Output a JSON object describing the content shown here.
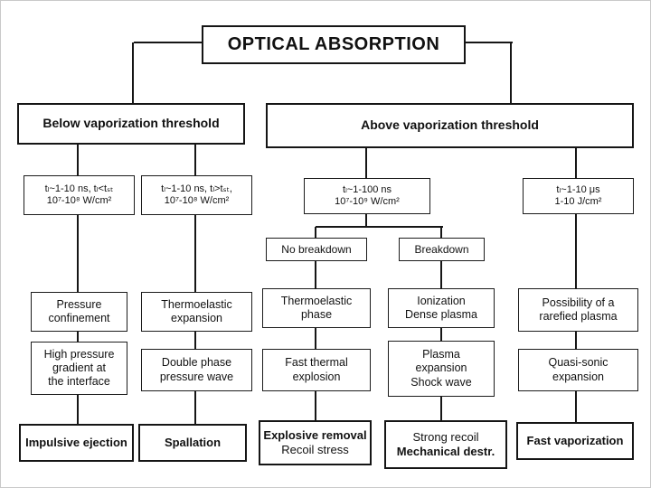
{
  "diagram": {
    "title": "OPTICAL ABSORPTION",
    "branches": {
      "below": "Below vaporization threshold",
      "above": "Above vaporization threshold"
    },
    "conditions": {
      "confined": [
        "tₗ~1-10 ns, tₗ<tₛₜ",
        "10⁷-10⁸ W/cm²"
      ],
      "unconfined": [
        "tₗ~1-10 ns, tₗ>tₛₜ,",
        "10⁷-10⁸ W/cm²"
      ],
      "nanosecond": [
        "tₗ~1-100 ns",
        "10⁷-10⁹ W/cm²"
      ],
      "microsecond": [
        "tₗ~1-10 μs",
        "1-10 J/cm²"
      ]
    },
    "breakdown": {
      "no_breakdown": "No breakdown",
      "breakdown": "Breakdown"
    },
    "mechanisms": {
      "pressure_confinement": [
        "Pressure",
        "confinement"
      ],
      "thermoelastic_expansion": [
        "Thermoelastic",
        "expansion"
      ],
      "thermoelastic_phase": [
        "Thermoelastic",
        "phase"
      ],
      "ionization": [
        "Ionization",
        "Dense plasma"
      ],
      "rarefied_plasma": [
        "Possibility of a",
        "rarefied plasma"
      ]
    },
    "effects": {
      "high_pressure_gradient": [
        "High pressure",
        "gradient at",
        "the interface"
      ],
      "double_phase": [
        "Double phase",
        "pressure wave"
      ],
      "fast_thermal_explosion": [
        "Fast thermal",
        "explosion"
      ],
      "plasma_expansion": [
        "Plasma",
        "expansion",
        "Shock wave"
      ],
      "quasi_sonic": [
        "Quasi-sonic",
        "expansion"
      ]
    },
    "outcomes": {
      "impulsive_ejection": "Impulsive ejection",
      "spallation": "Spallation",
      "explosive_removal": {
        "primary": "Explosive removal",
        "secondary": "Recoil stress"
      },
      "strong_recoil": {
        "secondary": "Strong recoil",
        "primary": "Mechanical destr."
      },
      "fast_vaporization": "Fast vaporization"
    }
  }
}
